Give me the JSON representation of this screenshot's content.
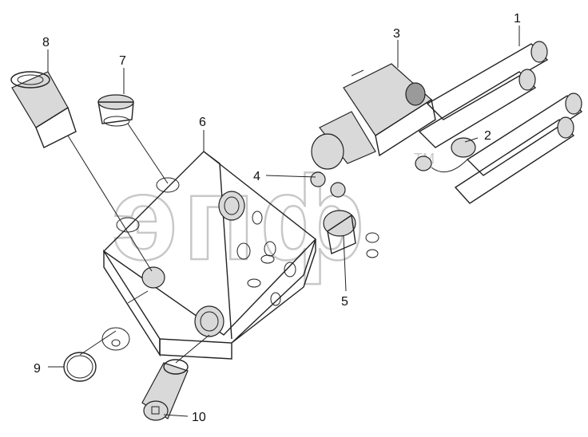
{
  "watermark": {
    "text": "эпф",
    "tm": "TM"
  },
  "callouts": [
    {
      "id": "1",
      "label": "1"
    },
    {
      "id": "2",
      "label": "2"
    },
    {
      "id": "3",
      "label": "3"
    },
    {
      "id": "4",
      "label": "4"
    },
    {
      "id": "5",
      "label": "5"
    },
    {
      "id": "6",
      "label": "6"
    },
    {
      "id": "7",
      "label": "7"
    },
    {
      "id": "8",
      "label": "8"
    },
    {
      "id": "9",
      "label": "9"
    },
    {
      "id": "10",
      "label": "10"
    }
  ]
}
